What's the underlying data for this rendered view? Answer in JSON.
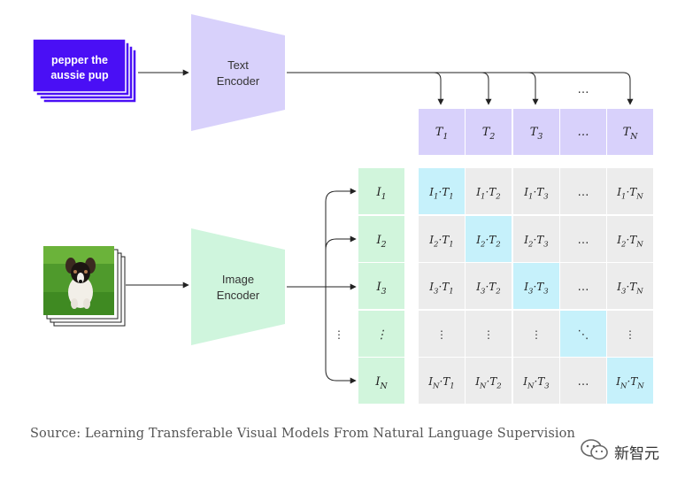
{
  "text_input": {
    "line1": "pepper the",
    "line2": "aussie pup"
  },
  "text_encoder": {
    "line1": "Text",
    "line2": "Encoder"
  },
  "image_encoder": {
    "line1": "Image",
    "line2": "Encoder"
  },
  "text_tokens": [
    {
      "base": "T",
      "sub": "1"
    },
    {
      "base": "T",
      "sub": "2"
    },
    {
      "base": "T",
      "sub": "3"
    },
    {
      "base": "…",
      "sub": ""
    },
    {
      "base": "T",
      "sub": "N"
    }
  ],
  "image_tokens": [
    {
      "base": "I",
      "sub": "1"
    },
    {
      "base": "I",
      "sub": "2"
    },
    {
      "base": "I",
      "sub": "3"
    },
    {
      "base": "⋮",
      "sub": ""
    },
    {
      "base": "I",
      "sub": "N"
    }
  ],
  "top_ellipsis": "…",
  "left_ellipsis": "⋮",
  "caption": "Source: Learning Transferable Visual Models From Natural Language Supervision",
  "watermark": "新智元",
  "colors": {
    "text_input_bg": "#4a0ff5",
    "text_encoder": "#d8d1fb",
    "image_encoder": "#cff5dd",
    "token_text_bg": "#d8d1fb",
    "token_image_bg": "#d1f5dc",
    "matrix_bg": "#ececec",
    "matrix_diag": "#c6f1fb"
  }
}
